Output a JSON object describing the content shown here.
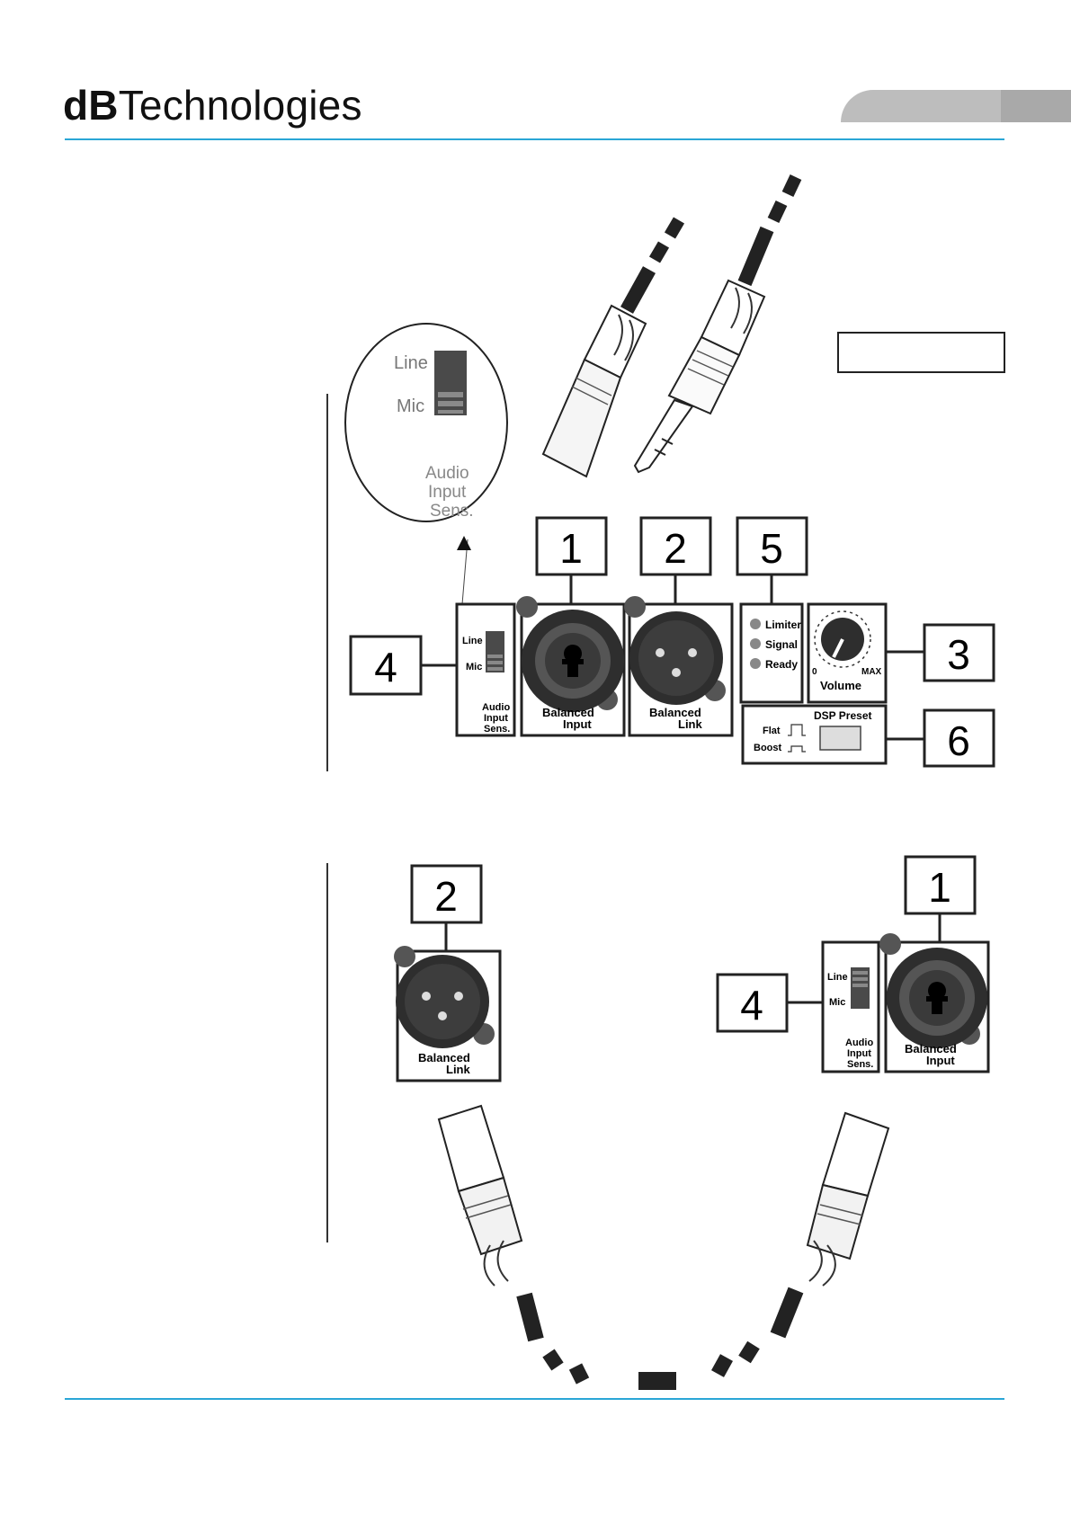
{
  "header": {
    "brand_bold": "dB",
    "brand_rest": "Technologies"
  },
  "callouts": {
    "input": "1",
    "link": "2",
    "volume": "3",
    "sensitivity": "4",
    "leds": "5",
    "dsp": "6"
  },
  "zoom": {
    "line": "Line",
    "mic": "Mic",
    "audio": "Audio",
    "input": "Input",
    "sens": "Sens."
  },
  "panel": {
    "sens_line": "Line",
    "sens_mic": "Mic",
    "sens_audio": "Audio",
    "sens_input": "Input",
    "sens_sens": "Sens.",
    "balanced": "Balanced",
    "input": "Input",
    "link": "Link",
    "led_limiter": "Limiter",
    "led_signal": "Signal",
    "led_ready": "Ready",
    "vol_min": "0",
    "vol_max": "MAX",
    "volume": "Volume",
    "dsp_title": "DSP Preset",
    "dsp_flat": "Flat",
    "dsp_boost": "Boost"
  },
  "colors": {
    "accent_line": "#2aa6d6",
    "tab": "#bdbdbd",
    "panel_stroke": "#222222",
    "connector_dark": "#2e2e2e"
  }
}
